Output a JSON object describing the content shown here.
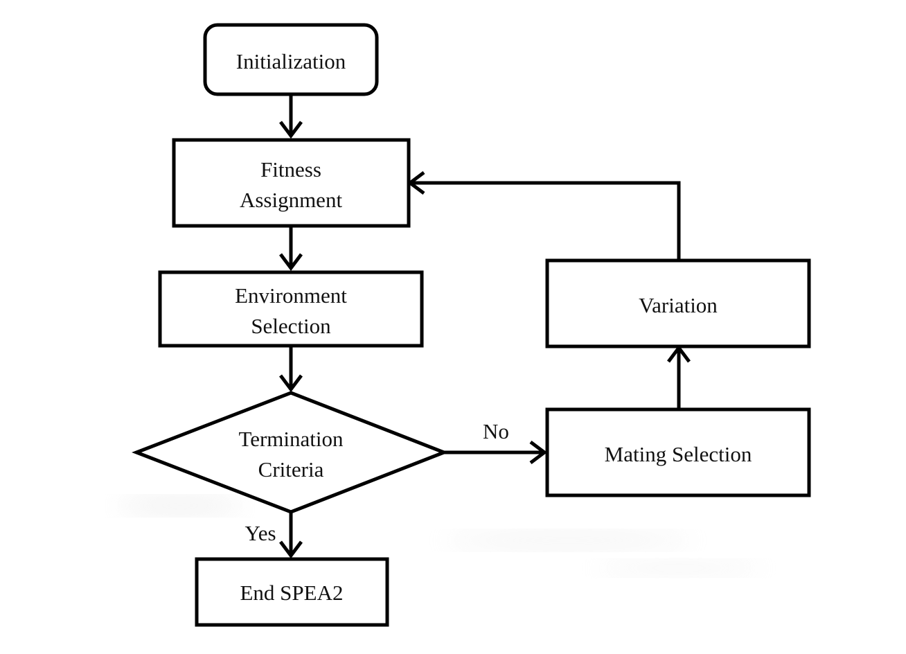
{
  "nodes": {
    "initialization": {
      "lines": [
        "Initialization"
      ]
    },
    "fitness": {
      "lines": [
        "Fitness",
        "Assignment"
      ]
    },
    "environment": {
      "lines": [
        "Environment",
        "Selection"
      ]
    },
    "termination": {
      "lines": [
        "Termination",
        "Criteria"
      ]
    },
    "end": {
      "lines": [
        "End SPEA2"
      ]
    },
    "mating": {
      "lines": [
        "Mating Selection"
      ]
    },
    "variation": {
      "lines": [
        "Variation"
      ]
    }
  },
  "edges": {
    "no_label": "No",
    "yes_label": "Yes"
  }
}
